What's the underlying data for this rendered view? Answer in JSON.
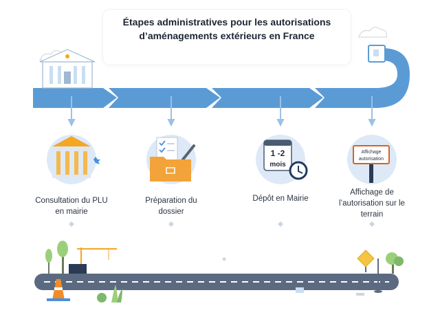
{
  "title": {
    "line1": "Étapes administratives pour les autorisations",
    "line2": "d’aménagements extérieurs en France"
  },
  "steps": [
    {
      "label_lines": [
        "Consultation du PLU",
        "en mairie"
      ],
      "icon": "town-hall-icon"
    },
    {
      "label_lines": [
        "Préparation du",
        "dossier"
      ],
      "icon": "folder-documents-icon"
    },
    {
      "label_lines": [
        "Dépôt en Mairie"
      ],
      "icon": "calendar-clock-icon",
      "badge_line1": "1 -2",
      "badge_line2": "mois"
    },
    {
      "label_lines": [
        "Affichage de",
        "l’autorisation sur le",
        "terrain"
      ],
      "icon": "signboard-icon",
      "sign_line1": "Affichage",
      "sign_line2": "autorisation"
    }
  ],
  "colors": {
    "arrow": "#5b9bd5",
    "arrow_light": "#c9def2",
    "road": "#5b6a80",
    "accent": "#f5a623"
  }
}
